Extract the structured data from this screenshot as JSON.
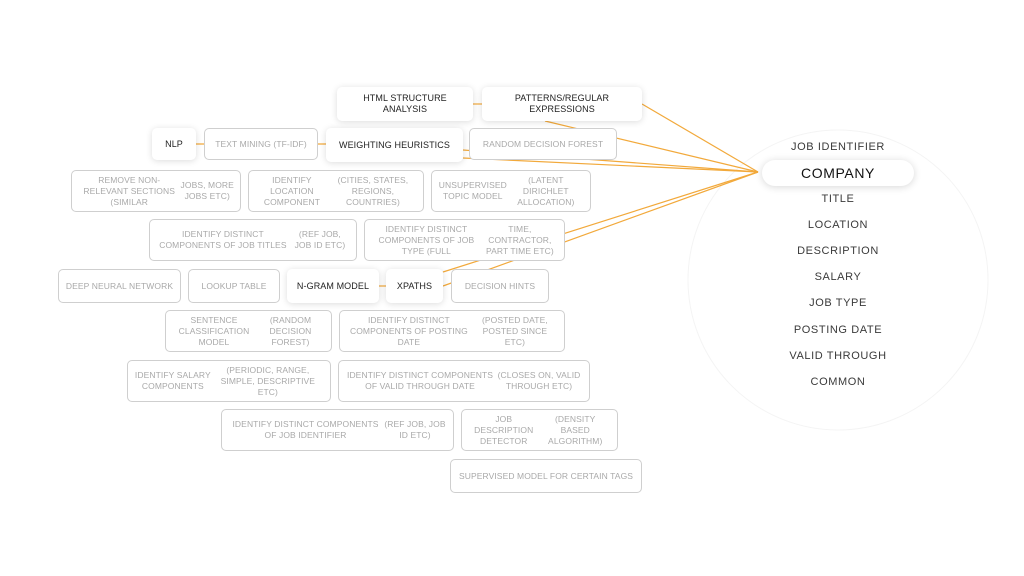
{
  "accent_color": "#f2a93b",
  "techniques": [
    {
      "id": "html",
      "lines": [
        "HTML STRUCTURE ANALYSIS"
      ],
      "active": true
    },
    {
      "id": "patterns",
      "lines": [
        "PATTERNS/REGULAR EXPRESSIONS"
      ],
      "active": true
    },
    {
      "id": "nlp",
      "lines": [
        "NLP"
      ],
      "active": true
    },
    {
      "id": "tfidf",
      "lines": [
        "TEXT MINING (TF-IDF)"
      ],
      "active": false
    },
    {
      "id": "weighting",
      "lines": [
        "WEIGHTING HEURISTICS"
      ],
      "active": true
    },
    {
      "id": "rdf",
      "lines": [
        "RANDOM DECISION FOREST"
      ],
      "active": false
    },
    {
      "id": "remove",
      "lines": [
        "REMOVE NON-RELEVANT SECTIONS (SIMILAR",
        "JOBS, MORE JOBS ETC)"
      ],
      "active": false
    },
    {
      "id": "location",
      "lines": [
        "IDENTIFY LOCATION COMPONENT",
        "(CITIES, STATES, REGIONS, COUNTRIES)"
      ],
      "active": false
    },
    {
      "id": "topic",
      "lines": [
        "UNSUPERVISED TOPIC MODEL",
        "(LATENT DIRICHLET ALLOCATION)"
      ],
      "active": false
    },
    {
      "id": "jobtitles",
      "lines": [
        "IDENTIFY DISTINCT COMPONENTS OF JOB TITLES",
        "(REF JOB, JOB ID ETC)"
      ],
      "active": false
    },
    {
      "id": "jobtype",
      "lines": [
        "IDENTIFY DISTINCT COMPONENTS OF JOB TYPE (FULL",
        "TIME, CONTRACTOR, PART TIME ETC)"
      ],
      "active": false
    },
    {
      "id": "dnn",
      "lines": [
        "DEEP NEURAL NETWORK"
      ],
      "active": false
    },
    {
      "id": "lookup",
      "lines": [
        "LOOKUP TABLE"
      ],
      "active": false
    },
    {
      "id": "ngram",
      "lines": [
        "N-GRAM MODEL"
      ],
      "active": true
    },
    {
      "id": "xpaths",
      "lines": [
        "XPATHS"
      ],
      "active": true
    },
    {
      "id": "hints",
      "lines": [
        "DECISION HINTS"
      ],
      "active": false
    },
    {
      "id": "sentence",
      "lines": [
        "SENTENCE CLASSIFICATION MODEL",
        "(RANDOM DECISION FOREST)"
      ],
      "active": false
    },
    {
      "id": "postingdate",
      "lines": [
        "IDENTIFY DISTINCT COMPONENTS OF POSTING DATE",
        "(POSTED DATE, POSTED SINCE ETC)"
      ],
      "active": false
    },
    {
      "id": "salary",
      "lines": [
        "IDENTIFY SALARY COMPONENTS",
        "(PERIODIC, RANGE, SIMPLE, DESCRIPTIVE ETC)"
      ],
      "active": false
    },
    {
      "id": "validthrough",
      "lines": [
        "IDENTIFY DISTINCT COMPONENTS OF VALID THROUGH DATE",
        "(CLOSES ON, VALID THROUGH ETC)"
      ],
      "active": false
    },
    {
      "id": "jobid",
      "lines": [
        "IDENTIFY DISTINCT COMPONENTS OF JOB IDENTIFIER",
        "(REF JOB, JOB ID ETC)"
      ],
      "active": false
    },
    {
      "id": "descdetector",
      "lines": [
        "JOB DESCRIPTION DETECTOR",
        "(DENSITY BASED ALGORITHM)"
      ],
      "active": false
    },
    {
      "id": "supervised",
      "lines": [
        "SUPERVISED MODEL FOR CERTAIN TAGS"
      ],
      "active": false
    }
  ],
  "fields": [
    {
      "label": "JOB IDENTIFIER",
      "selected": false
    },
    {
      "label": "COMPANY",
      "selected": true
    },
    {
      "label": "TITLE",
      "selected": false
    },
    {
      "label": "LOCATION",
      "selected": false
    },
    {
      "label": "DESCRIPTION",
      "selected": false
    },
    {
      "label": "SALARY",
      "selected": false
    },
    {
      "label": "JOB TYPE",
      "selected": false
    },
    {
      "label": "POSTING DATE",
      "selected": false
    },
    {
      "label": "VALID THROUGH",
      "selected": false
    },
    {
      "label": "COMMON",
      "selected": false
    }
  ]
}
